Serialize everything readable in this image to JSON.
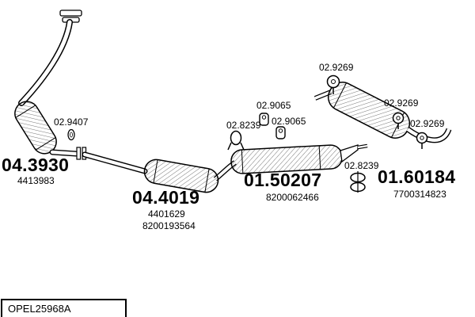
{
  "footer": {
    "catalog_code": "OPEL25968A"
  },
  "colors": {
    "line": "#000000",
    "background": "#ffffff"
  },
  "parts": {
    "front_pipe": {
      "code": "04.3930",
      "ref": "4413983"
    },
    "gasket": {
      "code": "02.9407"
    },
    "center_section": {
      "code": "04.4019",
      "refs": [
        "4401629",
        "8200193564"
      ]
    },
    "clamp_front": {
      "code": "02.8239"
    },
    "hanger_mid_1": {
      "code": "02.9065"
    },
    "hanger_mid_2": {
      "code": "02.9065"
    },
    "middle_muffler": {
      "code": "01.50207",
      "ref": "8200062466"
    },
    "hanger_rear_1": {
      "code": "02.9269"
    },
    "hanger_rear_2": {
      "code": "02.9269"
    },
    "hanger_rear_3": {
      "code": "02.9269"
    },
    "clamp_rear": {
      "code": "02.8239"
    },
    "rear_muffler": {
      "code": "01.60184",
      "ref": "7700314823"
    }
  }
}
